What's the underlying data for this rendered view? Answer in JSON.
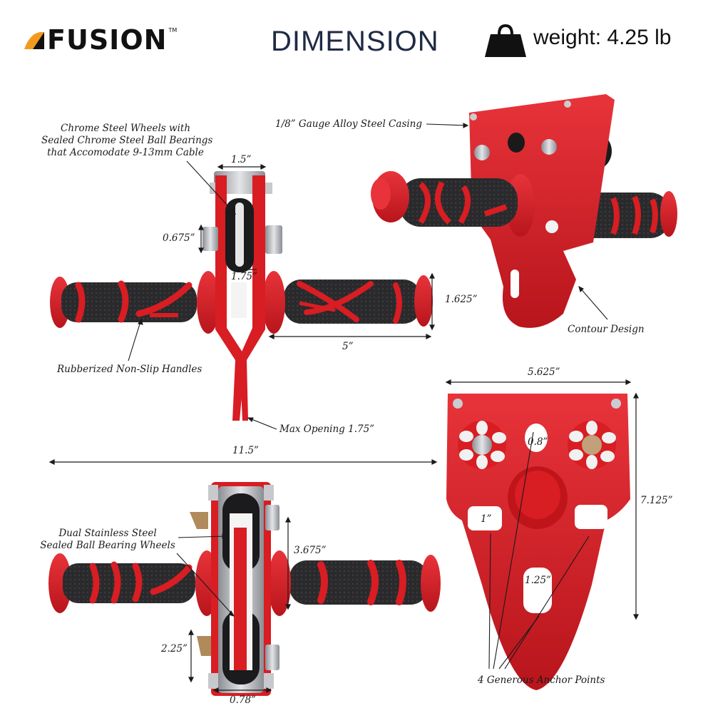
{
  "brand": {
    "name": "FUSION",
    "trademark": "TM"
  },
  "header": {
    "title": "DIMENSION",
    "weight_label": "weight: 4.25 lb"
  },
  "callouts": {
    "wheels": [
      "Chrome Steel Wheels with",
      "Sealed Chrome Steel Ball Bearings",
      "that Accomodate 9-13mm Cable"
    ],
    "casing": "1/8” Gauge Alloy Steel Casing",
    "contour": "Contour Design",
    "handles": "Rubberized Non-Slip Handles",
    "max_opening": "Max Opening 1.75”",
    "dual_wheels": [
      "Dual Stainless Steel",
      "Sealed Ball Bearing Wheels"
    ],
    "anchor_points": "4 Generous Anchor Points"
  },
  "dimensions": {
    "top_width": "1.5”",
    "bolt_height": "0.675”",
    "gap": "1.75”",
    "handle_diameter": "1.625”",
    "handle_length": "5”",
    "overall_length": "11.5”",
    "wheel_span": "3.675”",
    "lower_bolt": "2.25”",
    "plate_depth": "0.78”",
    "plate_width": "5.625”",
    "plate_height": "7.125”",
    "center_hole": "0.8”",
    "side_slot": "1”",
    "bottom_slot": "1.25”"
  },
  "colors": {
    "red": "#d81d23",
    "dark_red": "#a8141a",
    "rubber": "#262628",
    "steel": "#b9bcc1",
    "navy": "#1f2a44",
    "orange": "#f39a1e"
  }
}
